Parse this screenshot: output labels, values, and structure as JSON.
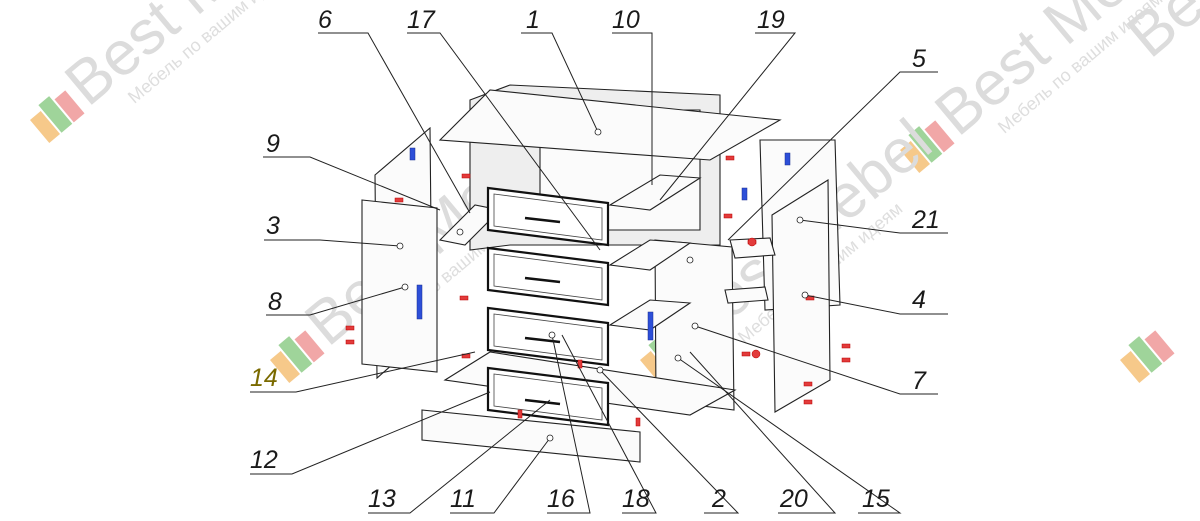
{
  "watermark": {
    "brand": "Best Mebel",
    "slogan": "Мебель по вашим идеям",
    "colors": {
      "orange": "#f6c98a",
      "green": "#9fd49a",
      "red": "#f1a7a7",
      "text": "#dcdcdc"
    }
  },
  "callouts": [
    {
      "id": "c6",
      "label": "6"
    },
    {
      "id": "c17",
      "label": "17"
    },
    {
      "id": "c1",
      "label": "1"
    },
    {
      "id": "c10",
      "label": "10"
    },
    {
      "id": "c19",
      "label": "19"
    },
    {
      "id": "c5",
      "label": "5"
    },
    {
      "id": "c9",
      "label": "9"
    },
    {
      "id": "c3",
      "label": "3"
    },
    {
      "id": "c8",
      "label": "8"
    },
    {
      "id": "c14",
      "label": "14"
    },
    {
      "id": "c12",
      "label": "12"
    },
    {
      "id": "c21",
      "label": "21"
    },
    {
      "id": "c4",
      "label": "4"
    },
    {
      "id": "c7",
      "label": "7"
    },
    {
      "id": "c13",
      "label": "13"
    },
    {
      "id": "c11",
      "label": "11"
    },
    {
      "id": "c16",
      "label": "16"
    },
    {
      "id": "c18",
      "label": "18"
    },
    {
      "id": "c2",
      "label": "2"
    },
    {
      "id": "c20",
      "label": "20"
    },
    {
      "id": "c15",
      "label": "15"
    }
  ],
  "colors": {
    "fastener_red": "#e23b3b",
    "fastener_blue": "#2d4fd8",
    "line": "#222222"
  }
}
